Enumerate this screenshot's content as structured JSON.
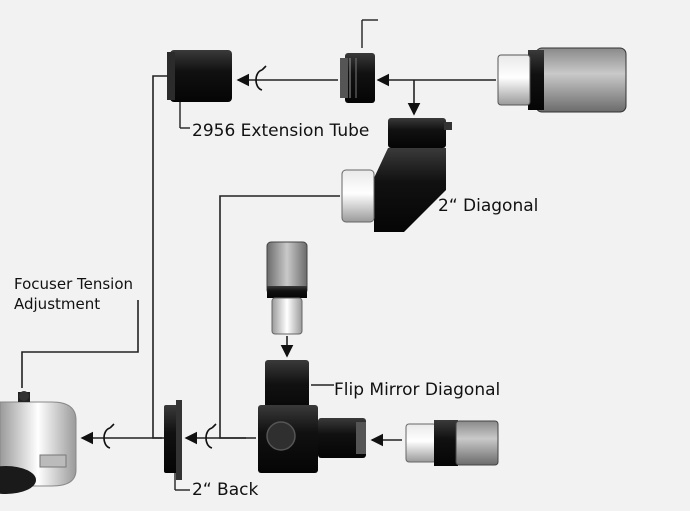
{
  "labels": {
    "extension_tube": "2956 Extension Tube",
    "diagonal_2in": "2“ Diagonal",
    "focuser_tension_line1": "Focuser Tension",
    "focuser_tension_line2": "Adjustment",
    "flip_mirror": "Flip Mirror Diagonal",
    "back_2in": "2“ Back"
  },
  "colors": {
    "background": "#f2f2f2",
    "line": "#222222",
    "body_dark": "#161616",
    "chrome": "#c8c8c8"
  }
}
